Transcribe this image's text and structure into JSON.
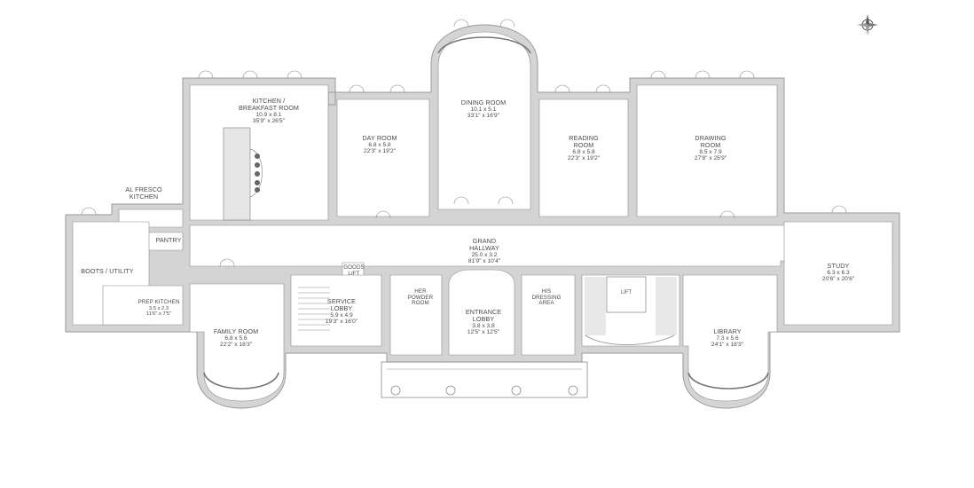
{
  "plan": {
    "rooms": [
      {
        "id": "kitchen",
        "name_lines": [
          "KITCHEN /",
          "BREAKFAST ROOM"
        ],
        "size_lines": [
          "10.9 x 8.1",
          "35'9\" x 26'5\""
        ]
      },
      {
        "id": "al-fresco",
        "name_lines": [
          "AL FRESCO",
          "KITCHEN"
        ],
        "size_lines": []
      },
      {
        "id": "day-room",
        "name_lines": [
          "DAY ROOM"
        ],
        "size_lines": [
          "6.8 x 5.8",
          "22'3\" x 19'2\""
        ]
      },
      {
        "id": "dining-room",
        "name_lines": [
          "DINING ROOM"
        ],
        "size_lines": [
          "10.1 x 5.1",
          "33'1\" x 16'9\""
        ]
      },
      {
        "id": "reading-room",
        "name_lines": [
          "READING",
          "ROOM"
        ],
        "size_lines": [
          "6.8 x 5.8",
          "22'3\" x 19'2\""
        ]
      },
      {
        "id": "drawing-room",
        "name_lines": [
          "DRAWING",
          "ROOM"
        ],
        "size_lines": [
          "8.5 x 7.9",
          "27'8\" x 25'9\""
        ]
      },
      {
        "id": "pantry",
        "name_lines": [
          "PANTRY"
        ],
        "size_lines": []
      },
      {
        "id": "boots-utility",
        "name_lines": [
          "BOOTS / UTILITY"
        ],
        "size_lines": []
      },
      {
        "id": "grand-hallway",
        "name_lines": [
          "GRAND",
          "HALLWAY"
        ],
        "size_lines": [
          "25.0 x 3.2",
          "81'9\" x 10'4\""
        ]
      },
      {
        "id": "study",
        "name_lines": [
          "STUDY"
        ],
        "size_lines": [
          "6.3 x 6.3",
          "20'6\" x 20'6\""
        ]
      },
      {
        "id": "goods-lift",
        "name_lines": [
          "GOODS",
          "LIFT"
        ],
        "size_lines": []
      },
      {
        "id": "prep-kitchen",
        "name_lines": [
          "PREP KITCHEN"
        ],
        "size_lines": [
          "3.5 x 2.3",
          "11'6\" x 7'5\""
        ]
      },
      {
        "id": "hers-powder",
        "name_lines": [
          "HER",
          "POWDER",
          "ROOM"
        ],
        "size_lines": []
      },
      {
        "id": "his-dressing",
        "name_lines": [
          "HIS",
          "DRESSING",
          "AREA"
        ],
        "size_lines": []
      },
      {
        "id": "service-lobby",
        "name_lines": [
          "SERVICE",
          "LOBBY"
        ],
        "size_lines": [
          "5.9 x 4.9",
          "19'3\" x 16'0\""
        ]
      },
      {
        "id": "entrance-lobby",
        "name_lines": [
          "ENTRANCE",
          "LOBBY"
        ],
        "size_lines": [
          "3.8 x 3.8",
          "12'5\" x 12'5\""
        ]
      },
      {
        "id": "family-room",
        "name_lines": [
          "FAMILY ROOM"
        ],
        "size_lines": [
          "6.8 x 5.6",
          "22'2\" x 18'3\""
        ]
      },
      {
        "id": "library",
        "name_lines": [
          "LIBRARY"
        ],
        "size_lines": [
          "7.3 x 5.6",
          "24'1\" x 18'3\""
        ]
      }
    ],
    "lift_label": "LIFT",
    "colors": {
      "wall": "#d4d4d4",
      "wall_stroke": "#9a9a9a",
      "line": "#8c8c8c",
      "floor": "#ffffff",
      "text": "#4a4a4a"
    }
  }
}
